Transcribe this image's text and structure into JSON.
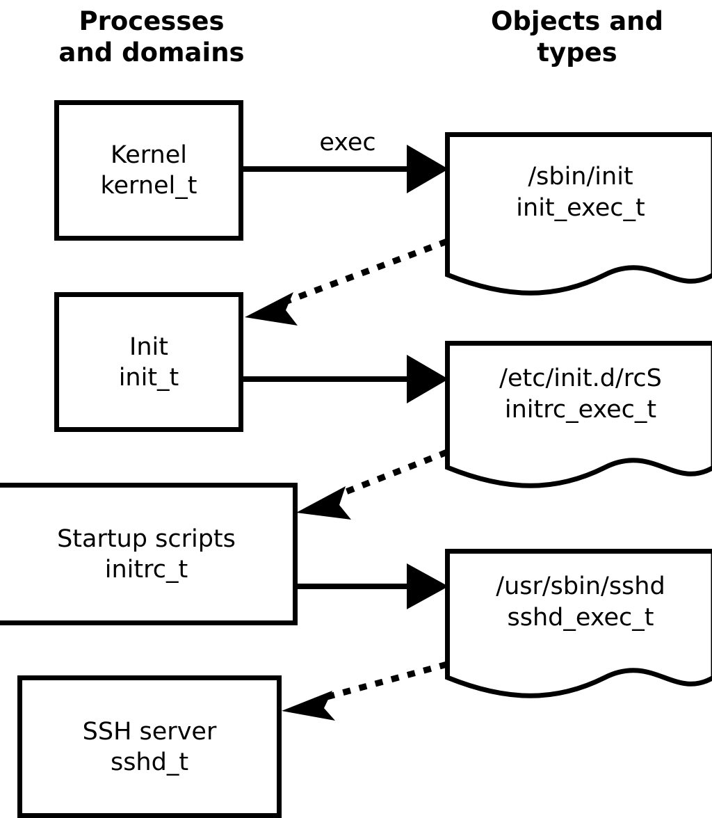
{
  "diagram": {
    "title_left": "Processes and domains",
    "title_right": "Objects and types",
    "columns": [
      {
        "id": "processes",
        "label_line1": "Processes",
        "label_line2": "and domains"
      },
      {
        "id": "objects",
        "label_line1": "Objects and",
        "label_line2": "types"
      }
    ],
    "process_nodes": [
      {
        "id": "kernel",
        "name": "Kernel",
        "type": "kernel_t"
      },
      {
        "id": "init",
        "name": "Init",
        "type": "init_t"
      },
      {
        "id": "initrc",
        "name": "Startup scripts",
        "type": "initrc_t"
      },
      {
        "id": "sshd",
        "name": "SSH server",
        "type": "sshd_t"
      }
    ],
    "object_nodes": [
      {
        "id": "init-exec",
        "path": "/sbin/init",
        "type": "init_exec_t"
      },
      {
        "id": "initrc-exec",
        "path": "/etc/init.d/rcS",
        "type": "initrc_exec_t"
      },
      {
        "id": "sshd-exec",
        "path": "/usr/sbin/sshd",
        "type": "sshd_exec_t"
      }
    ],
    "edges": [
      {
        "id": "kernel-exec-init",
        "from": "kernel",
        "to": "init-exec",
        "label": "exec",
        "style": "solid"
      },
      {
        "id": "init-exec-transition",
        "from": "init-exec",
        "to": "init",
        "label": "",
        "style": "dotted"
      },
      {
        "id": "init-exec-initrc",
        "from": "init",
        "to": "initrc-exec",
        "label": "",
        "style": "solid"
      },
      {
        "id": "initrc-exec-transition",
        "from": "initrc-exec",
        "to": "initrc",
        "label": "",
        "style": "dotted"
      },
      {
        "id": "initrc-exec-sshd",
        "from": "initrc",
        "to": "sshd-exec",
        "label": "",
        "style": "solid"
      },
      {
        "id": "sshd-exec-transition",
        "from": "sshd-exec",
        "to": "sshd",
        "label": "",
        "style": "dotted"
      }
    ],
    "edge_labels": {
      "exec": "exec"
    },
    "colors": {
      "stroke": "#000000",
      "fill": "#ffffff",
      "text": "#000000"
    }
  }
}
